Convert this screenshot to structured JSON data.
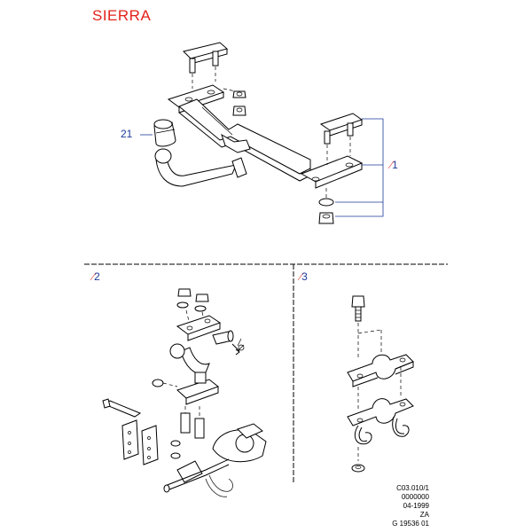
{
  "header": {
    "title": "SIERRA"
  },
  "callouts": {
    "part_21": "21",
    "marker_1": "1",
    "marker_2": "2",
    "marker_3": "3"
  },
  "reference": {
    "lines": [
      "C03.010/1",
      "0000000",
      "04-1999",
      "ZA",
      "G 19536 01"
    ]
  },
  "colors": {
    "title": "#e2231a",
    "callout": "#1a3a9a",
    "line": "#000000"
  }
}
